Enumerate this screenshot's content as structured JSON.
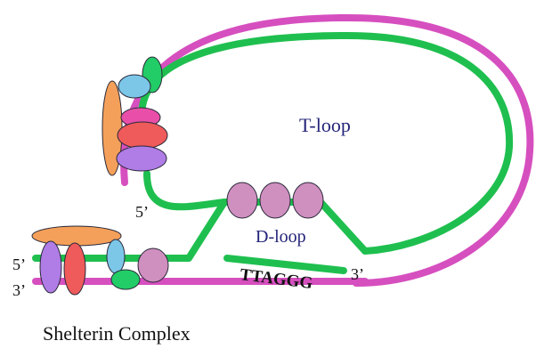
{
  "labels": {
    "t_loop": "T-loop",
    "d_loop": "D-loop",
    "five_prime_inner": "5’",
    "five_prime_outer": "5’",
    "three_prime_outer": "3’",
    "three_prime_overhang": "3’",
    "repeat": "TTAGGG",
    "complex": "Shelterin Complex"
  },
  "colors": {
    "strand_magenta": "#d64fbf",
    "strand_green": "#1fbf4f",
    "label_blue": "#24247a",
    "protein_orange": "#f5a05a",
    "protein_red": "#ef5a5a",
    "protein_purple": "#b07ce6",
    "protein_blue": "#7cc6e8",
    "protein_green": "#22cc66",
    "protein_pink": "#cf8fbf"
  }
}
